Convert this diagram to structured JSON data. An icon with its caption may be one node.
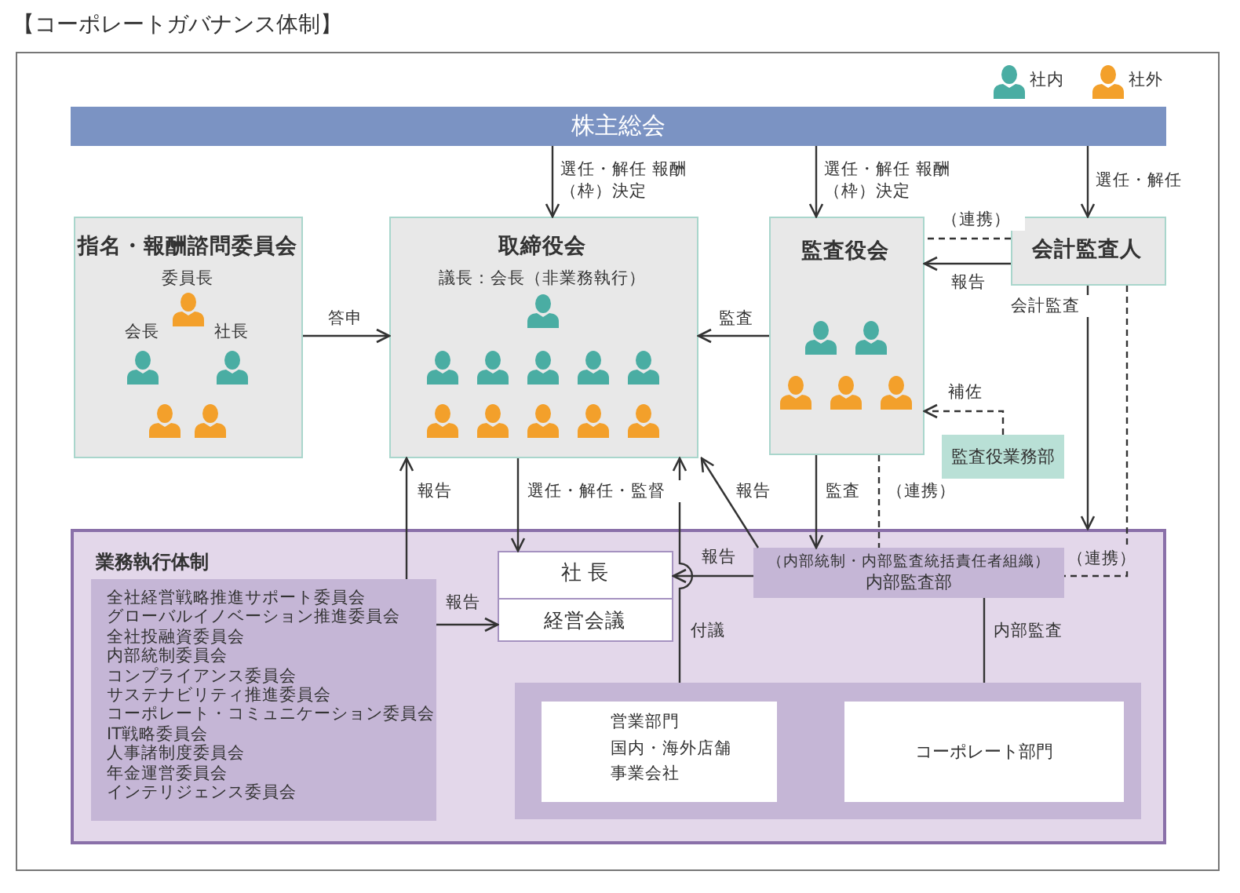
{
  "diagram": {
    "title": "【コーポレートガバナンス体制】",
    "nodes": [
      {
        "text": [
          "株主総会"
        ]
      },
      {
        "text": [
          "指名・報酬諮問委員会",
          "委員長",
          "会長",
          "社長"
        ]
      },
      {
        "text": [
          "取締役会",
          "議長：会長（非業務執行）"
        ]
      },
      {
        "text": [
          "監査役会"
        ]
      },
      {
        "text": [
          "会計監査人"
        ]
      },
      {
        "text": [
          "監査役業務部"
        ]
      },
      {
        "text": [
          "業務執行体制"
        ]
      },
      {
        "text": [
          "全社経営戦略推進サポート委員会",
          "グローバルイノベーション推進委員会",
          "全社投融資委員会",
          "内部統制委員会",
          "コンプライアンス委員会",
          "サステナビリティ推進委員会",
          "コーポレート・コミュニケーション委員会",
          "IT戦略委員会",
          "人事諸制度委員会",
          "年金運営委員会",
          "インテリジェンス委員会"
        ],
        "in": 6
      },
      {
        "text": [
          "社 長",
          "経営会議"
        ],
        "in": 6
      },
      {
        "text": [
          "（内部統制・内部監査統括責任者組織）",
          "内部監査部"
        ],
        "in": 6
      },
      {
        "text": [],
        "shape": "box",
        "in": 6
      },
      {
        "text": [
          "営業部門",
          "国内・海外店舗",
          "事業会社"
        ],
        "in": 10
      },
      {
        "text": [
          "コーポレート部門"
        ],
        "in": 10
      }
    ],
    "edges": [
      {
        "from": 0,
        "to": 2,
        "arrow": "to",
        "label": "選任・解任 報酬（枠）決定"
      },
      {
        "from": 0,
        "to": 3,
        "arrow": "to",
        "label": "選任・解任 報酬（枠）決定"
      },
      {
        "from": 0,
        "to": 4,
        "arrow": "to",
        "label": "選任・解任"
      },
      {
        "from": 1,
        "to": 2,
        "arrow": "to",
        "label": "答申"
      },
      {
        "from": 3,
        "to": 2,
        "arrow": "to",
        "label": "監査"
      },
      {
        "from": 4,
        "to": 3,
        "arrow": "to",
        "label": "報告"
      },
      {
        "from": 4,
        "to": 3,
        "arrow": "none",
        "label": "（連携）",
        "style": "dashed"
      },
      {
        "from": 5,
        "to": 3,
        "arrow": "to",
        "label": "補佐",
        "style": "dashed"
      },
      {
        "from": 2,
        "to": 8,
        "arrow": "to",
        "label": "選任・解任・監督"
      },
      {
        "from": 7,
        "to": 2,
        "arrow": "to",
        "label": "報告"
      },
      {
        "from": 7,
        "to": 8,
        "arrow": "to",
        "label": "報告"
      },
      {
        "from": 9,
        "to": 2,
        "arrow": "to",
        "label": "報告"
      },
      {
        "from": 3,
        "to": 9,
        "arrow": "to",
        "label": "監査"
      },
      {
        "from": 3,
        "to": 9,
        "arrow": "none",
        "label": "（連携）",
        "style": "dashed"
      },
      {
        "from": 4,
        "to": 6,
        "arrow": "to",
        "label": "会計監査"
      },
      {
        "from": 4,
        "to": 9,
        "arrow": "none",
        "label": "（連携）",
        "style": "dashed"
      },
      {
        "from": 9,
        "to": 8,
        "arrow": "to",
        "label": "報告"
      },
      {
        "from": 10,
        "to": 2,
        "arrow": "to",
        "label": "付議"
      },
      {
        "from": 9,
        "to": 10,
        "arrow": "none",
        "label": "内部監査"
      }
    ],
    "legend": [
      {
        "text": "社内",
        "color": "#4aada3"
      },
      {
        "text": "社外",
        "color": "#f3a02b"
      }
    ]
  }
}
